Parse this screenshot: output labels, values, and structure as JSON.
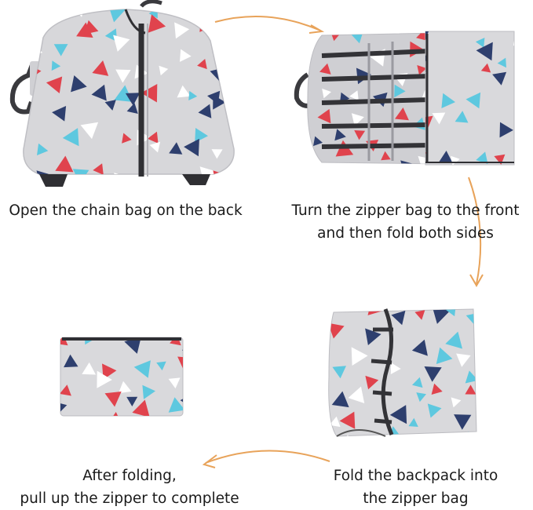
{
  "steps": [
    {
      "caption": "Open the chain bag on the back"
    },
    {
      "caption": "Turn the zipper bag to the front\nand then fold both sides"
    },
    {
      "caption": "Fold the backpack into\nthe zipper bag"
    },
    {
      "caption": "After folding,\npull up the zipper to complete"
    }
  ],
  "colors": {
    "fabric": "#d7d7da",
    "fabric_shade": "#c6c6ca",
    "strap": "#3a3a3e",
    "arrow": "#e8a35a",
    "triangle_navy": "#2e3f6e",
    "triangle_red": "#e0434d",
    "triangle_cyan": "#5ec8df",
    "triangle_white": "#ffffff"
  },
  "icons": [
    "backpack-open-image",
    "backpack-half-folded-image",
    "backpack-folded-into-pouch-image",
    "finished-pouch-image",
    "curved-arrow-icon"
  ]
}
